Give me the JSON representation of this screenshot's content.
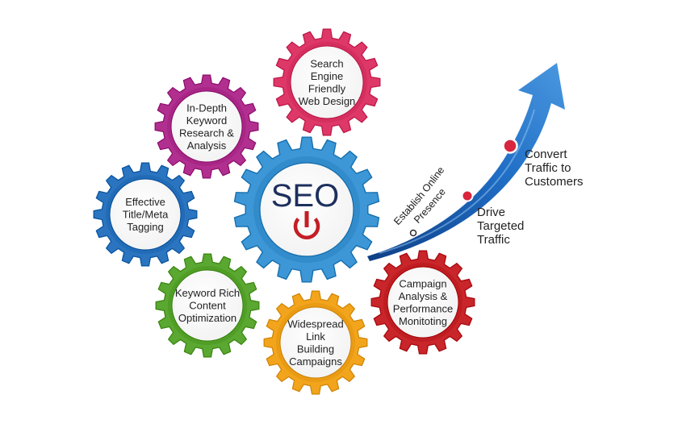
{
  "diagram": {
    "center": {
      "label": "SEO",
      "color": "#3d97d6",
      "power_color": "#c41e24",
      "power_icon": "power-icon"
    },
    "gears": [
      {
        "id": "search-engine-friendly",
        "lines": [
          "Search",
          "Engine",
          "Friendly",
          "Web Design"
        ],
        "color": "#de3868"
      },
      {
        "id": "keyword-research",
        "lines": [
          "In-Depth",
          "Keyword",
          "Research &",
          "Analysis"
        ],
        "color": "#b02f8f"
      },
      {
        "id": "title-meta-tagging",
        "lines": [
          "Effective",
          "Title/Meta",
          "Tagging"
        ],
        "color": "#2a74c0"
      },
      {
        "id": "content-optimization",
        "lines": [
          "Keyword Rich",
          "Content",
          "Optimization"
        ],
        "color": "#5aa731"
      },
      {
        "id": "link-building",
        "lines": [
          "Widespread",
          "Link",
          "Building",
          "Campaigns"
        ],
        "color": "#f2a51c"
      },
      {
        "id": "campaign-analysis",
        "lines": [
          "Campaign",
          "Analysis &",
          "Performance",
          "Monitoting"
        ],
        "color": "#c8262b"
      }
    ],
    "arrow": {
      "color": "#1e63b5",
      "along_lines": [
        "Establish Online",
        "Presence"
      ],
      "milestones": [
        {
          "id": "drive-traffic",
          "lines": [
            "Drive",
            "Targeted",
            "Traffic"
          ]
        },
        {
          "id": "convert-traffic",
          "lines": [
            "Convert",
            "Traffic to",
            "Customers"
          ]
        }
      ],
      "dot_color": "#d7263d"
    }
  }
}
